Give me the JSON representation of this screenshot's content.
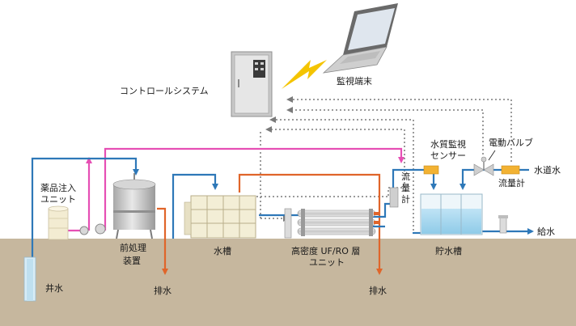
{
  "labels": {
    "control_system": "コントロールシステム",
    "monitor_terminal": "監視端末",
    "chemical_injection_1": "薬品注入",
    "chemical_injection_2": "ユニット",
    "pretreatment_1": "前処理",
    "pretreatment_2": "装置",
    "water_tank": "水槽",
    "ufro_1": "高密度 UF/RO 層",
    "ufro_2": "ユニット",
    "storage_tank": "貯水槽",
    "well_water": "井水",
    "drain": "排水",
    "flowmeter_vertical": [
      "流",
      "量",
      "計"
    ],
    "quality_sensor_1": "水質監視",
    "quality_sensor_2": "センサー",
    "motor_valve": "電動バルブ",
    "city_water": "水道水",
    "flowmeter": "流量計",
    "water_supply": "給水"
  },
  "colors": {
    "blue_line": "#2e78b8",
    "pink_line": "#e64fb4",
    "orange_line": "#e0652a",
    "dotted_line": "#8a8a8a",
    "ground": "#c6b79e",
    "sensor_yellow": "#f2b233",
    "lightning": "#f4c400"
  }
}
